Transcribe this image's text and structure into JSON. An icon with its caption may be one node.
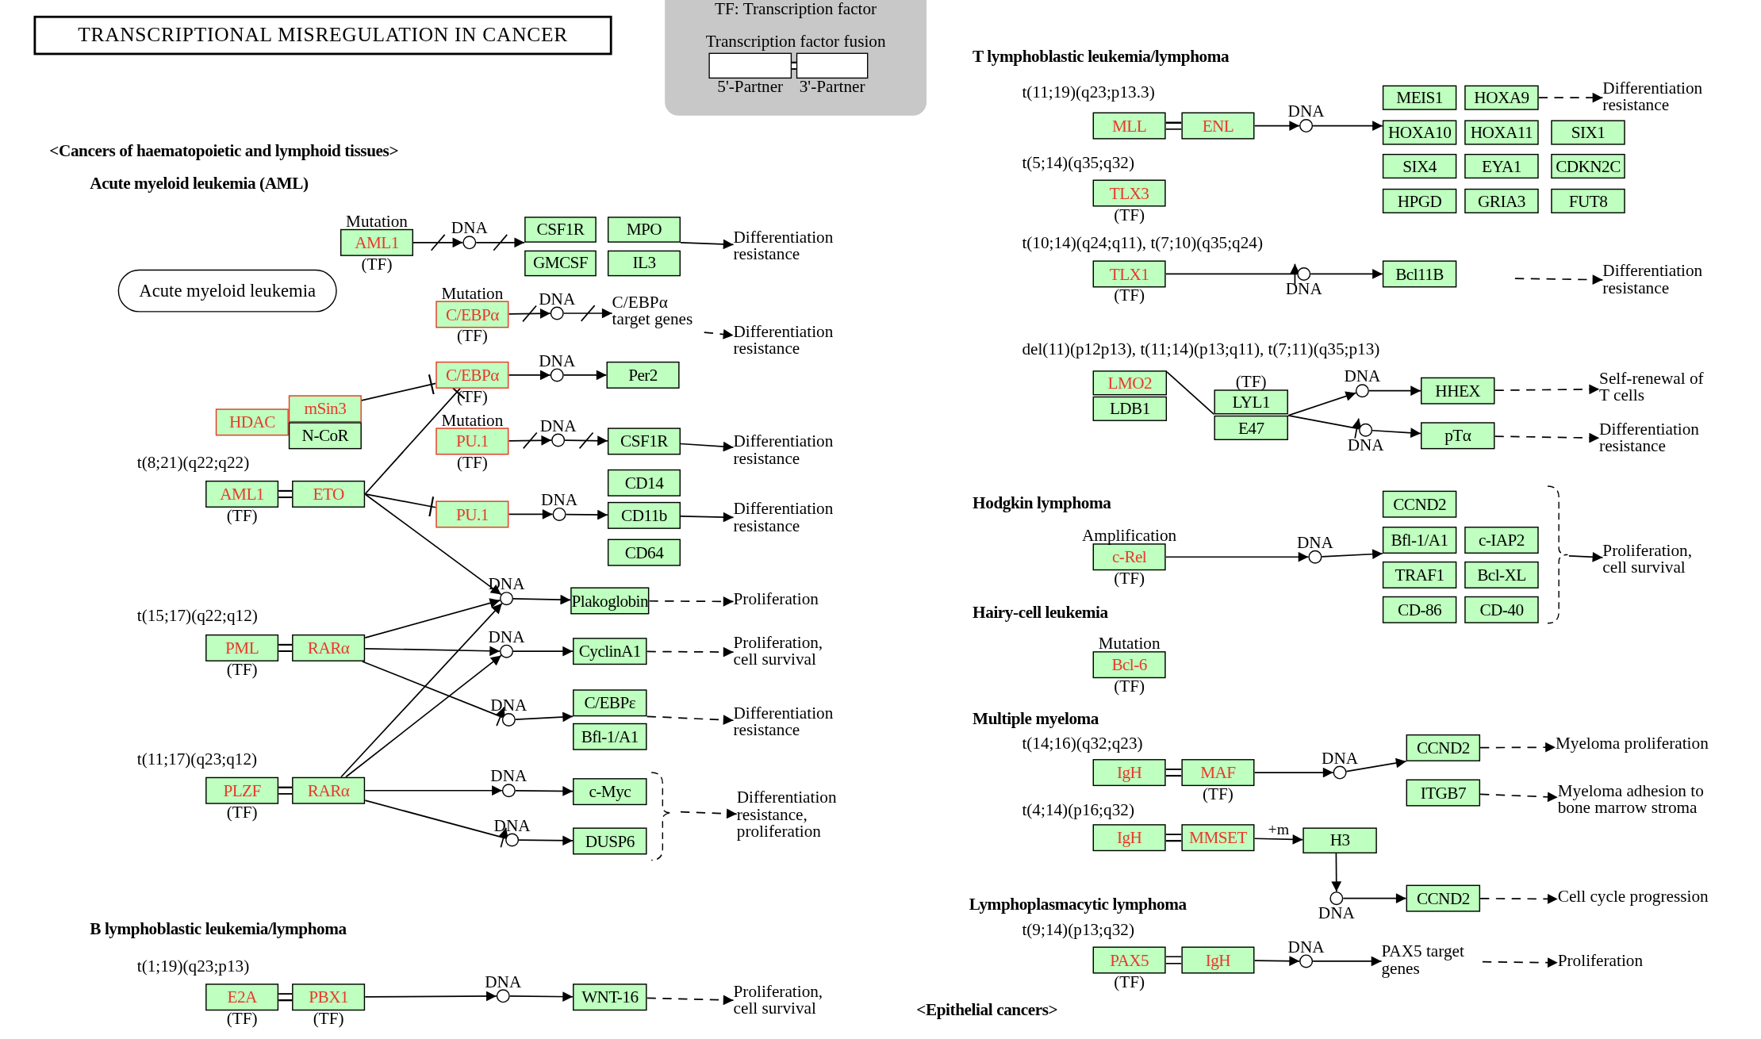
{
  "diagram": {
    "title": "TRANSCRIPTIONAL MISREGULATION IN CANCER",
    "nodes": [
      {
        "text": [
          "TF: Transcription factor",
          "Transcription factor fusion"
        ]
      },
      {
        "text": [],
        "shape": "box",
        "in": 0,
        "beside": [
          "5'-Partner"
        ]
      },
      {
        "text": [],
        "shape": "box",
        "in": 0,
        "beside": [
          "3'-Partner"
        ]
      },
      {
        "text": [
          "Acute myeloid leukemia"
        ]
      },
      {
        "text": [
          "AML1"
        ],
        "beside": [
          "Mutation",
          "(TF)"
        ]
      },
      {
        "text": [],
        "shape": "circle",
        "beside": [
          "DNA"
        ]
      },
      {
        "text": [
          "CSF1R"
        ]
      },
      {
        "text": [
          "MPO"
        ]
      },
      {
        "text": [
          "GMCSF"
        ]
      },
      {
        "text": [
          "IL3"
        ]
      },
      {
        "text": [
          "Differentiation resistance"
        ]
      },
      {
        "text": [
          "C/EBPα"
        ],
        "beside": [
          "Mutation",
          "(TF)"
        ]
      },
      {
        "text": [],
        "shape": "circle",
        "beside": [
          "DNA"
        ]
      },
      {
        "text": [
          "C/EBPα target genes"
        ]
      },
      {
        "text": [
          "Differentiation resistance"
        ]
      },
      {
        "text": [
          "C/EBPα"
        ],
        "beside": [
          "(TF)"
        ]
      },
      {
        "text": [],
        "shape": "circle",
        "beside": [
          "DNA"
        ]
      },
      {
        "text": [
          "Per2"
        ]
      },
      {
        "text": [
          "PU.1"
        ],
        "beside": [
          "Mutation",
          "(TF)"
        ]
      },
      {
        "text": [],
        "shape": "circle",
        "beside": [
          "DNA"
        ]
      },
      {
        "text": [
          "CSF1R"
        ]
      },
      {
        "text": [
          "Differentiation resistance"
        ]
      },
      {
        "text": [
          "PU.1"
        ]
      },
      {
        "text": [],
        "shape": "circle",
        "beside": [
          "DNA"
        ]
      },
      {
        "text": [
          "CD14"
        ]
      },
      {
        "text": [
          "CD11b"
        ]
      },
      {
        "text": [
          "CD64"
        ]
      },
      {
        "text": [
          "Differentiation resistance"
        ]
      },
      {
        "text": [
          "HDAC"
        ]
      },
      {
        "text": [
          "mSin3"
        ]
      },
      {
        "text": [
          "N-CoR"
        ]
      },
      {
        "text": [
          "AML1"
        ],
        "beside": [
          "(TF)"
        ]
      },
      {
        "text": [
          "ETO"
        ]
      },
      {
        "text": [
          "PML"
        ],
        "beside": [
          "(TF)"
        ]
      },
      {
        "text": [
          "RARα"
        ]
      },
      {
        "text": [],
        "shape": "circle",
        "beside": [
          "DNA"
        ]
      },
      {
        "text": [
          "Plakoglobin"
        ]
      },
      {
        "text": [
          "Proliferation"
        ]
      },
      {
        "text": [],
        "shape": "circle",
        "beside": [
          "DNA"
        ]
      },
      {
        "text": [
          "CyclinA1"
        ]
      },
      {
        "text": [
          "Proliferation, cell survival"
        ]
      },
      {
        "text": [],
        "shape": "circle",
        "beside": [
          "DNA"
        ]
      },
      {
        "text": [
          "C/EBPε"
        ]
      },
      {
        "text": [
          "Bfl-1/A1"
        ]
      },
      {
        "text": [
          "Differentiation resistance"
        ]
      },
      {
        "text": [
          "PLZF"
        ],
        "beside": [
          "(TF)"
        ]
      },
      {
        "text": [
          "RARα"
        ]
      },
      {
        "text": [],
        "shape": "circle",
        "beside": [
          "DNA"
        ]
      },
      {
        "text": [
          "c-Myc"
        ]
      },
      {
        "text": [],
        "shape": "circle",
        "beside": [
          "DNA"
        ]
      },
      {
        "text": [
          "DUSP6"
        ]
      },
      {
        "text": [
          "Differentiation resistance, proliferation"
        ]
      },
      {
        "text": [
          "E2A"
        ],
        "beside": [
          "(TF)"
        ]
      },
      {
        "text": [
          "PBX1"
        ],
        "beside": [
          "(TF)"
        ]
      },
      {
        "text": [],
        "shape": "circle",
        "beside": [
          "DNA"
        ]
      },
      {
        "text": [
          "WNT-16"
        ]
      },
      {
        "text": [
          "Proliferation, cell survival"
        ]
      },
      {
        "text": [
          "MLL"
        ]
      },
      {
        "text": [
          "ENL"
        ]
      },
      {
        "text": [],
        "shape": "circle",
        "beside": [
          "DNA"
        ]
      },
      {
        "text": [
          "MEIS1"
        ]
      },
      {
        "text": [
          "HOXA9"
        ]
      },
      {
        "text": [
          "HOXA10"
        ]
      },
      {
        "text": [
          "HOXA11"
        ]
      },
      {
        "text": [
          "SIX1"
        ]
      },
      {
        "text": [
          "SIX4"
        ]
      },
      {
        "text": [
          "EYA1"
        ]
      },
      {
        "text": [
          "CDKN2C"
        ]
      },
      {
        "text": [
          "HPGD"
        ]
      },
      {
        "text": [
          "GRIA3"
        ]
      },
      {
        "text": [
          "FUT8"
        ]
      },
      {
        "text": [
          "Differentiation resistance"
        ]
      },
      {
        "text": [
          "TLX3"
        ],
        "beside": [
          "(TF)"
        ]
      },
      {
        "text": [
          "TLX1"
        ],
        "beside": [
          "(TF)"
        ]
      },
      {
        "text": [],
        "shape": "circle",
        "beside": [
          "DNA"
        ]
      },
      {
        "text": [
          "Bcl11B"
        ]
      },
      {
        "text": [
          "Differentiation resistance"
        ]
      },
      {
        "text": [
          "LMO2"
        ]
      },
      {
        "text": [
          "LDB1"
        ]
      },
      {
        "text": [
          "LYL1"
        ],
        "beside": [
          "(TF)"
        ]
      },
      {
        "text": [
          "E47"
        ]
      },
      {
        "text": [],
        "shape": "circle",
        "beside": [
          "DNA"
        ]
      },
      {
        "text": [
          "HHEX"
        ]
      },
      {
        "text": [],
        "shape": "circle",
        "beside": [
          "DNA"
        ]
      },
      {
        "text": [
          "pTα"
        ]
      },
      {
        "text": [
          "Self-renewal of T cells"
        ]
      },
      {
        "text": [
          "Differentiation resistance"
        ]
      },
      {
        "text": [
          "c-Rel"
        ],
        "beside": [
          "Amplification",
          "(TF)"
        ]
      },
      {
        "text": [],
        "shape": "circle",
        "beside": [
          "DNA"
        ]
      },
      {
        "text": [
          "CCND2"
        ]
      },
      {
        "text": [
          "Bfl-1/A1"
        ]
      },
      {
        "text": [
          "c-IAP2"
        ]
      },
      {
        "text": [
          "TRAF1"
        ]
      },
      {
        "text": [
          "Bcl-XL"
        ]
      },
      {
        "text": [
          "CD-86"
        ]
      },
      {
        "text": [
          "CD-40"
        ]
      },
      {
        "text": [
          "Proliferation, cell survival"
        ]
      },
      {
        "text": [
          "Bcl-6"
        ],
        "beside": [
          "Mutation",
          "(TF)"
        ]
      },
      {
        "text": [
          "IgH"
        ]
      },
      {
        "text": [
          "MAF"
        ],
        "beside": [
          "(TF)"
        ]
      },
      {
        "text": [],
        "shape": "circle",
        "beside": [
          "DNA"
        ]
      },
      {
        "text": [
          "CCND2"
        ]
      },
      {
        "text": [
          "ITGB7"
        ]
      },
      {
        "text": [
          "Myeloma proliferation"
        ]
      },
      {
        "text": [
          "Myeloma adhesion to bone marrow stroma"
        ]
      },
      {
        "text": [
          "IgH"
        ]
      },
      {
        "text": [
          "MMSET"
        ]
      },
      {
        "text": [
          "H3"
        ]
      },
      {
        "text": [],
        "shape": "circle",
        "beside": [
          "DNA"
        ]
      },
      {
        "text": [
          "CCND2"
        ]
      },
      {
        "text": [
          "Cell cycle progression"
        ]
      },
      {
        "text": [
          "PAX5"
        ],
        "beside": [
          "(TF)"
        ]
      },
      {
        "text": [
          "IgH"
        ]
      },
      {
        "text": [],
        "shape": "circle",
        "beside": [
          "DNA"
        ]
      },
      {
        "text": [
          "PAX5 target genes"
        ]
      },
      {
        "text": [
          "Proliferation"
        ]
      }
    ],
    "edges": [
      {
        "from": 4,
        "to": 5,
        "arrow": "to"
      },
      {
        "from": 5,
        "to": 6,
        "arrow": "to"
      },
      {
        "from": 7,
        "to": 10,
        "arrow": "to"
      },
      {
        "from": 11,
        "to": 12,
        "arrow": "to"
      },
      {
        "from": 12,
        "to": 13,
        "arrow": "to"
      },
      {
        "from": 13,
        "to": 14,
        "arrow": "to",
        "style": "dashed"
      },
      {
        "from": 15,
        "to": 16,
        "arrow": "to"
      },
      {
        "from": 16,
        "to": 17,
        "arrow": "to"
      },
      {
        "from": 18,
        "to": 19,
        "arrow": "to"
      },
      {
        "from": 19,
        "to": 20,
        "arrow": "to"
      },
      {
        "from": 20,
        "to": 21,
        "arrow": "to"
      },
      {
        "from": 22,
        "to": 23,
        "arrow": "to"
      },
      {
        "from": 23,
        "to": 25,
        "arrow": "to"
      },
      {
        "from": 25,
        "to": 27,
        "arrow": "to"
      },
      {
        "from": 29,
        "to": 15,
        "arrow": "other"
      },
      {
        "from": 32,
        "to": 15,
        "arrow": "other"
      },
      {
        "from": 32,
        "to": 22,
        "arrow": "other"
      },
      {
        "from": 32,
        "to": 35,
        "arrow": "to"
      },
      {
        "from": 34,
        "to": 35,
        "arrow": "to"
      },
      {
        "from": 34,
        "to": 38,
        "arrow": "to"
      },
      {
        "from": 34,
        "to": 41,
        "arrow": "to"
      },
      {
        "from": 35,
        "to": 36,
        "arrow": "to"
      },
      {
        "from": 36,
        "to": 37,
        "arrow": "to",
        "style": "dashed"
      },
      {
        "from": 38,
        "to": 39,
        "arrow": "to"
      },
      {
        "from": 39,
        "to": 40,
        "arrow": "to",
        "style": "dashed"
      },
      {
        "from": 41,
        "to": 42,
        "arrow": "to"
      },
      {
        "from": 42,
        "to": 44,
        "arrow": "to",
        "style": "dashed"
      },
      {
        "from": 46,
        "to": 35,
        "arrow": "to"
      },
      {
        "from": 46,
        "to": 38,
        "arrow": "to"
      },
      {
        "from": 46,
        "to": 47,
        "arrow": "to"
      },
      {
        "from": 46,
        "to": 49,
        "arrow": "to"
      },
      {
        "from": 47,
        "to": 48,
        "arrow": "to"
      },
      {
        "from": 49,
        "to": 50,
        "arrow": "to"
      },
      {
        "from": null,
        "to": 51,
        "arrow": "to",
        "style": "dashed"
      },
      {
        "from": 53,
        "to": 54,
        "arrow": "to"
      },
      {
        "from": 54,
        "to": 55,
        "arrow": "to"
      },
      {
        "from": 55,
        "to": 56,
        "arrow": "to",
        "style": "dashed"
      },
      {
        "from": 58,
        "to": 59,
        "arrow": "to"
      },
      {
        "from": 59,
        "to": 62,
        "arrow": "to"
      },
      {
        "from": 61,
        "to": 71,
        "arrow": "to",
        "style": "dashed"
      },
      {
        "from": 73,
        "to": 74,
        "arrow": "to"
      },
      {
        "from": 74,
        "to": 75,
        "arrow": "to"
      },
      {
        "from": null,
        "to": 76,
        "arrow": "to",
        "style": "dashed"
      },
      {
        "from": 77,
        "to": 79,
        "arrow": "none"
      },
      {
        "from": 80,
        "to": 81,
        "arrow": "to"
      },
      {
        "from": 80,
        "to": 83,
        "arrow": "to"
      },
      {
        "from": 81,
        "to": 82,
        "arrow": "to"
      },
      {
        "from": 83,
        "to": 84,
        "arrow": "to"
      },
      {
        "from": 82,
        "to": 85,
        "arrow": "to",
        "style": "dashed"
      },
      {
        "from": 84,
        "to": 86,
        "arrow": "to",
        "style": "dashed"
      },
      {
        "from": 87,
        "to": 88,
        "arrow": "to"
      },
      {
        "from": 88,
        "to": 90,
        "arrow": "to"
      },
      {
        "from": null,
        "to": 96,
        "arrow": "to"
      },
      {
        "from": 99,
        "to": 100,
        "arrow": "to"
      },
      {
        "from": 100,
        "to": 101,
        "arrow": "to"
      },
      {
        "from": 101,
        "to": 103,
        "arrow": "to",
        "style": "dashed"
      },
      {
        "from": 102,
        "to": 104,
        "arrow": "to",
        "style": "dashed"
      },
      {
        "from": 106,
        "to": 107,
        "arrow": "to",
        "label": "+m"
      },
      {
        "from": 107,
        "to": 108,
        "arrow": "to"
      },
      {
        "from": 108,
        "to": 109,
        "arrow": "to"
      },
      {
        "from": 109,
        "to": 110,
        "arrow": "to",
        "style": "dashed"
      },
      {
        "from": 112,
        "to": 113,
        "arrow": "to"
      },
      {
        "from": 113,
        "to": 114,
        "arrow": "to"
      },
      {
        "from": 114,
        "to": 115,
        "arrow": "to",
        "style": "dashed"
      },
      {
        "from": 1,
        "to": 2,
        "arrow": "none"
      },
      {
        "from": 31,
        "to": 32,
        "arrow": "none"
      },
      {
        "from": 33,
        "to": 34,
        "arrow": "none"
      },
      {
        "from": 45,
        "to": 46,
        "arrow": "none"
      },
      {
        "from": 52,
        "to": 53,
        "arrow": "none"
      },
      {
        "from": 57,
        "to": 58,
        "arrow": "none"
      },
      {
        "from": 98,
        "to": 99,
        "arrow": "none"
      },
      {
        "from": 105,
        "to": 106,
        "arrow": "none"
      },
      {
        "from": 111,
        "to": 112,
        "arrow": "none"
      }
    ],
    "labels": [
      "<Cancers of haematopoietic and lymphoid tissues>",
      "Acute myeloid leukemia (AML)",
      "t(8;21)(q22;q22)",
      "t(15;17)(q22;q12)",
      "t(11;17)(q23;q12)",
      "B lymphoblastic leukemia/lymphoma",
      "t(1;19)(q23;p13)",
      "T lymphoblastic leukemia/lymphoma",
      "t(11;19)(q23;p13.3)",
      "t(5;14)(q35;q32)",
      "t(10;14)(q24;q11), t(7;10)(q35;q24)",
      "del(11)(p12p13), t(11;14)(p13;q11), t(7;11)(q35;p13)",
      "Hodgkin lymphoma",
      "Hairy-cell leukemia",
      "Multiple myeloma",
      "t(14;16)(q32;q23)",
      "t(4;14)(p16;q32)",
      "Lymphoplasmacytic lymphoma",
      "t(9;14)(p13;q32)",
      "<Epithelial cancers>"
    ]
  }
}
